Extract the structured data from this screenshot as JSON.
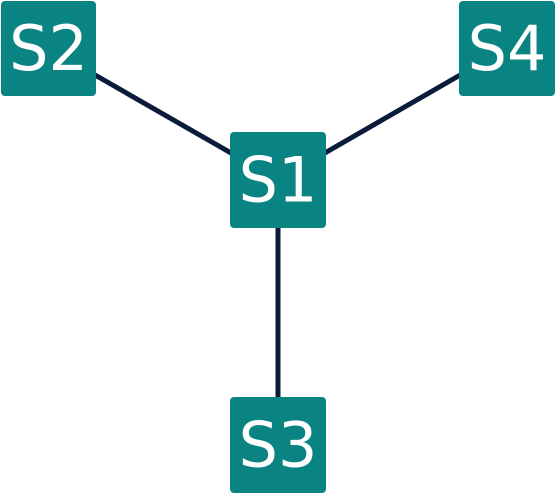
{
  "colors": {
    "node_fill": "#0a8482",
    "edge_stroke": "#0b1b3a",
    "label_color": "#ffffff",
    "background": "#ffffff"
  },
  "nodes": [
    {
      "id": "S1",
      "label": "S1"
    },
    {
      "id": "S2",
      "label": "S2"
    },
    {
      "id": "S3",
      "label": "S3"
    },
    {
      "id": "S4",
      "label": "S4"
    }
  ],
  "edges": [
    {
      "from": "S1",
      "to": "S2"
    },
    {
      "from": "S1",
      "to": "S4"
    },
    {
      "from": "S1",
      "to": "S3"
    }
  ]
}
